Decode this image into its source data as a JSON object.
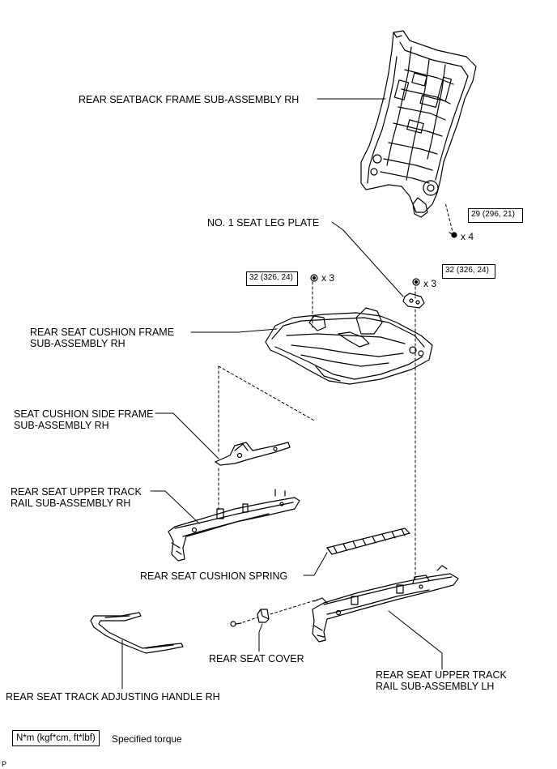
{
  "labels": {
    "seatback_frame": "REAR SEATBACK FRAME SUB-ASSEMBLY RH",
    "leg_plate": "NO. 1 SEAT LEG PLATE",
    "cushion_frame_l1": "REAR SEAT CUSHION FRAME",
    "cushion_frame_l2": "SUB-ASSEMBLY RH",
    "side_frame_l1": "SEAT CUSHION SIDE FRAME",
    "side_frame_l2": "SUB-ASSEMBLY RH",
    "upper_rail_rh_l1": "REAR SEAT UPPER TRACK",
    "upper_rail_rh_l2": "RAIL SUB-ASSEMBLY RH",
    "cushion_spring": "REAR SEAT CUSHION SPRING",
    "seat_cover": "REAR SEAT COVER",
    "upper_rail_lh_l1": "REAR SEAT UPPER TRACK",
    "upper_rail_lh_l2": "RAIL SUB-ASSEMBLY LH",
    "adjusting_handle": "REAR SEAT TRACK ADJUSTING HANDLE RH"
  },
  "torques": {
    "t1": "29 (296, 21)",
    "t2": "32 (326, 24)",
    "t3": "32 (326, 24)"
  },
  "quantities": {
    "q1": "x 4",
    "q2": "x 3",
    "q3": "x 3"
  },
  "legend": {
    "unit": "N*m (kgf*cm, ft*lbf)",
    "description": "Specified torque"
  },
  "corner_mark": "P"
}
